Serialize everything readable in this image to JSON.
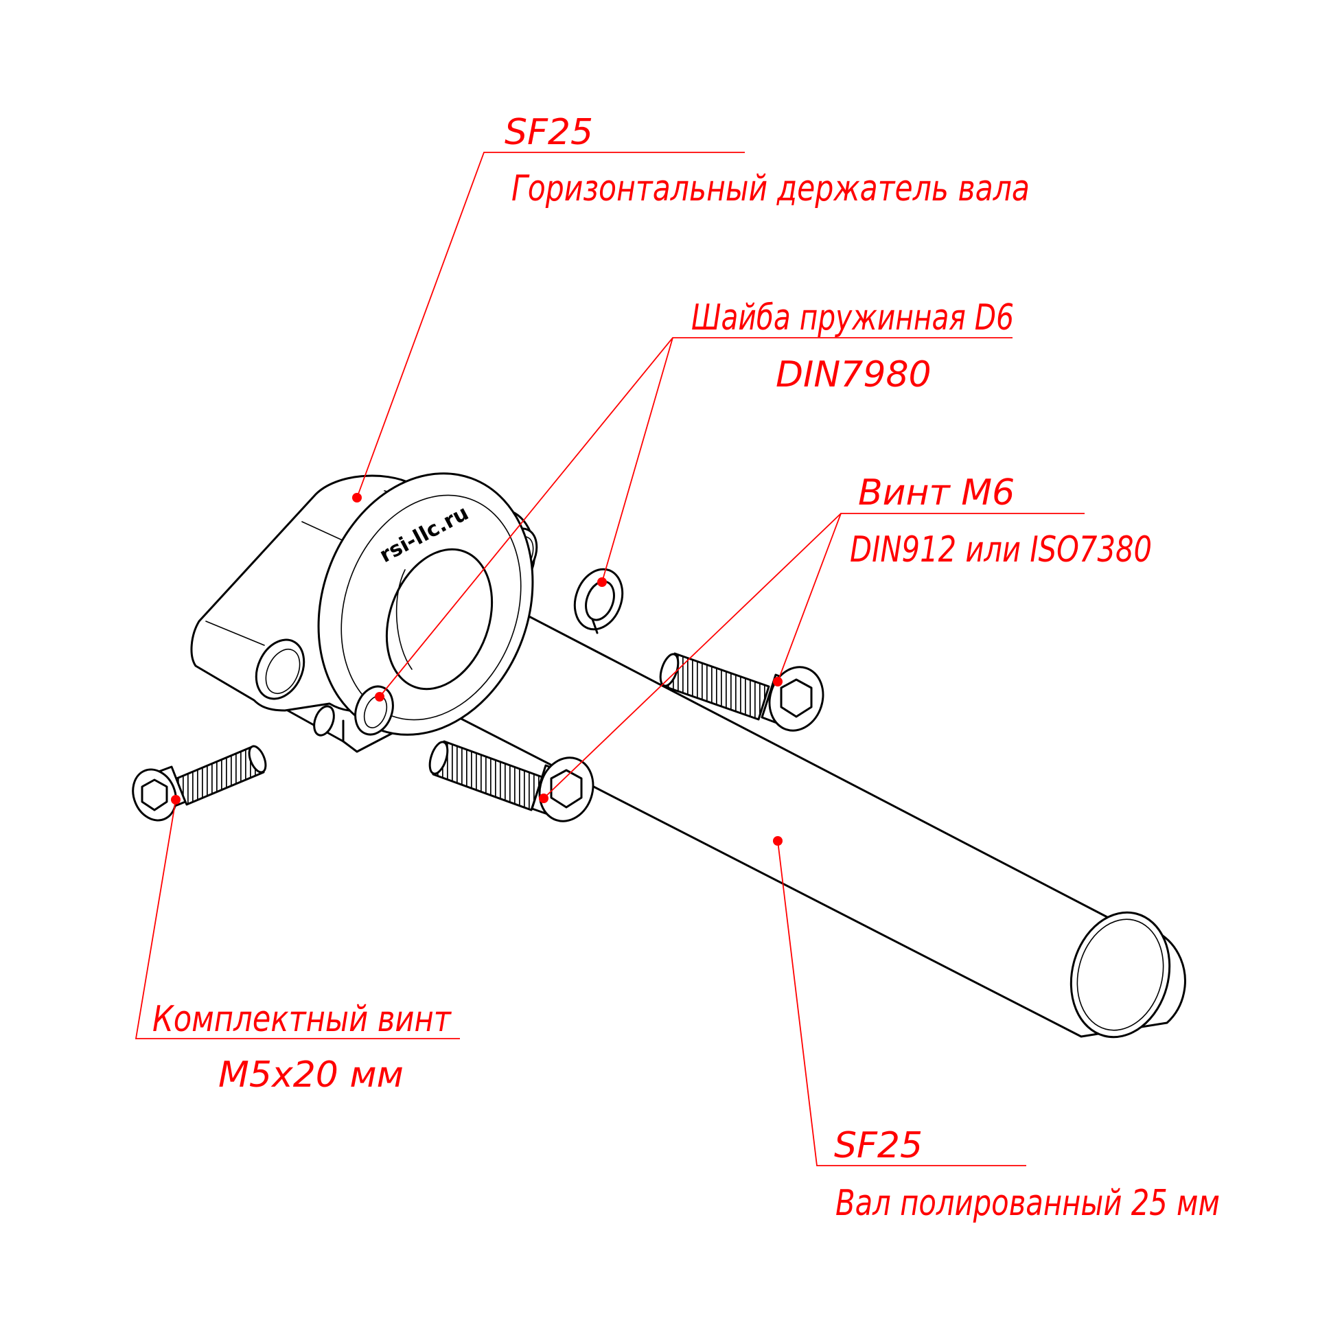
{
  "labels": {
    "holder_code": "SF25",
    "holder_name": "Горизонтальный держатель вала",
    "washer_name": "Шайба пружинная D6",
    "washer_std": "DIN7980",
    "screw_name": "Винт M6",
    "screw_std": "DIN912 или ISO7380",
    "set_screw_name": "Комплектный винт",
    "set_screw_size": "M5x20 мм",
    "shaft_code": "SF25",
    "shaft_name": "Вал полированный 25 мм"
  },
  "logo_text": "rsi-llc.ru",
  "colors": {
    "annotation": "#ff0000",
    "line_art": "#000000",
    "background": "#ffffff"
  }
}
